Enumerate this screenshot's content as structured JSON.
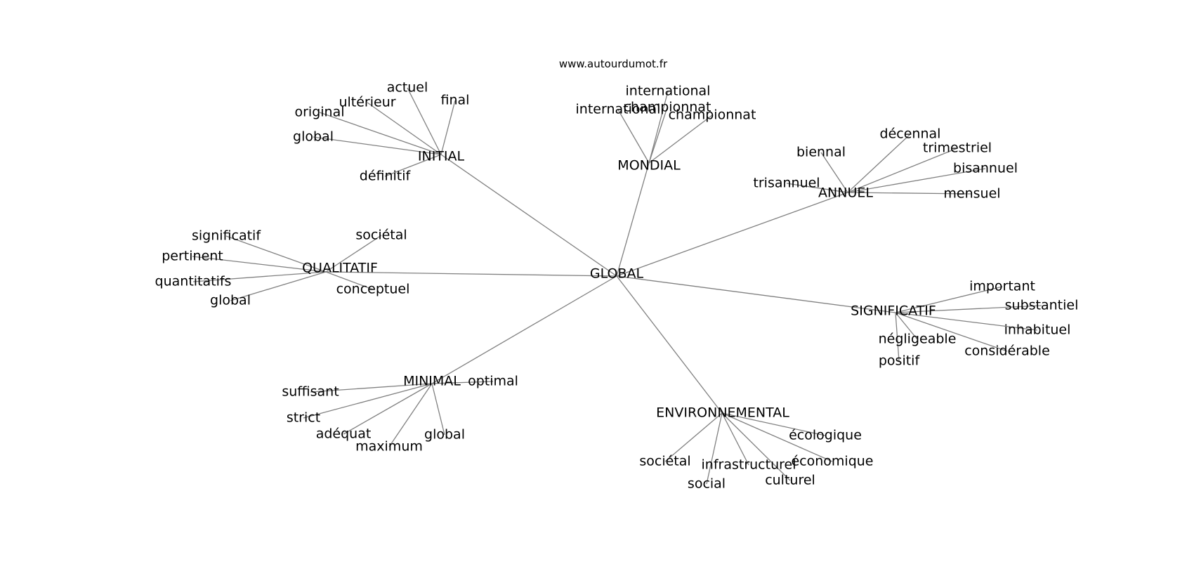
{
  "source": "www.autourdumot.fr",
  "edge_color": "#808080",
  "graph": {
    "center": "GLOBAL",
    "clusters": [
      {
        "hub": "INITIAL",
        "words": [
          "actuel",
          "final",
          "ultérieur",
          "original",
          "global",
          "définitif"
        ]
      },
      {
        "hub": "MONDIAL",
        "words": [
          "international",
          "championnat",
          "international",
          "championnat"
        ]
      },
      {
        "hub": "ANNUEL",
        "words": [
          "décennal",
          "biennal",
          "trimestriel",
          "bisannuel",
          "trisannuel",
          "mensuel"
        ]
      },
      {
        "hub": "QUALITATIF",
        "words": [
          "significatif",
          "sociétal",
          "pertinent",
          "quantitatifs",
          "conceptuel",
          "global"
        ]
      },
      {
        "hub": "SIGNIFICATIF",
        "words": [
          "important",
          "substantiel",
          "inhabituel",
          "négligeable",
          "considérable",
          "positif"
        ]
      },
      {
        "hub": "MINIMAL",
        "words": [
          "optimal",
          "suffisant",
          "strict",
          "adéquat",
          "global",
          "maximum"
        ]
      },
      {
        "hub": "ENVIRONNEMENTAL",
        "words": [
          "écologique",
          "économique",
          "sociétal",
          "infrastructurel",
          "social",
          "culturel"
        ]
      }
    ]
  }
}
